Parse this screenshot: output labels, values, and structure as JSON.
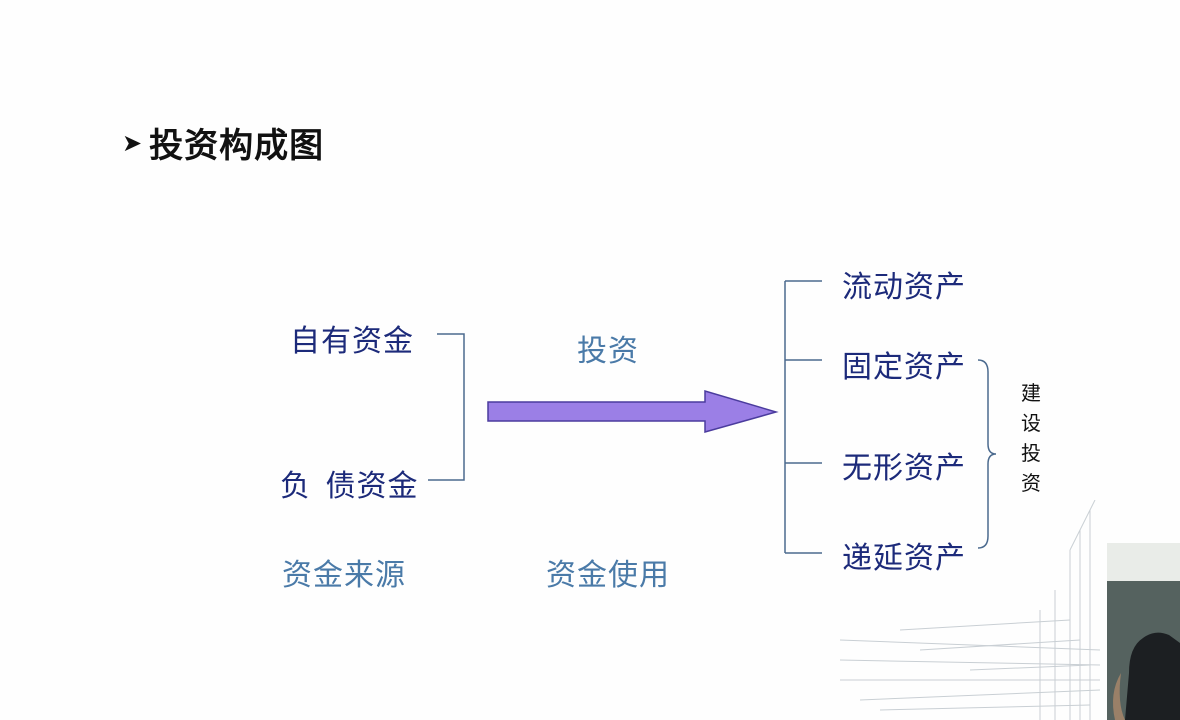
{
  "title": "投资构成图",
  "sources": {
    "own_funds": "自有资金",
    "debt_funds": "负 债资金",
    "caption": "资金来源"
  },
  "arrow": {
    "label": "投资",
    "caption": "资金使用",
    "color": "#9b7fe6"
  },
  "assets": [
    "流动资产",
    "固定资产",
    "无形资产",
    "递延资产"
  ],
  "construction_investment": "建设投资",
  "colors": {
    "text_primary": "#1c2a7a",
    "text_secondary": "#4a7aa8",
    "bracket": "#4b6a8e"
  }
}
